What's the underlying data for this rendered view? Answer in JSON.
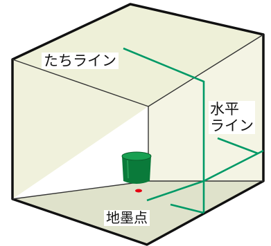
{
  "labels": {
    "vertical_line": "たちライン",
    "horizontal_line_top": "水平",
    "horizontal_line_bottom": "ライン",
    "ground_point": "地墨点"
  },
  "colors": {
    "room_back": "#f4f4e4",
    "room_wall": "#f0f1dc",
    "room_floor": "#dfe2cb",
    "room_edge": "#111111",
    "inner_edge": "#333333",
    "laser_line": "#009966",
    "device_body": "#0a7a3a",
    "ground_point_dot": "#e60012"
  }
}
